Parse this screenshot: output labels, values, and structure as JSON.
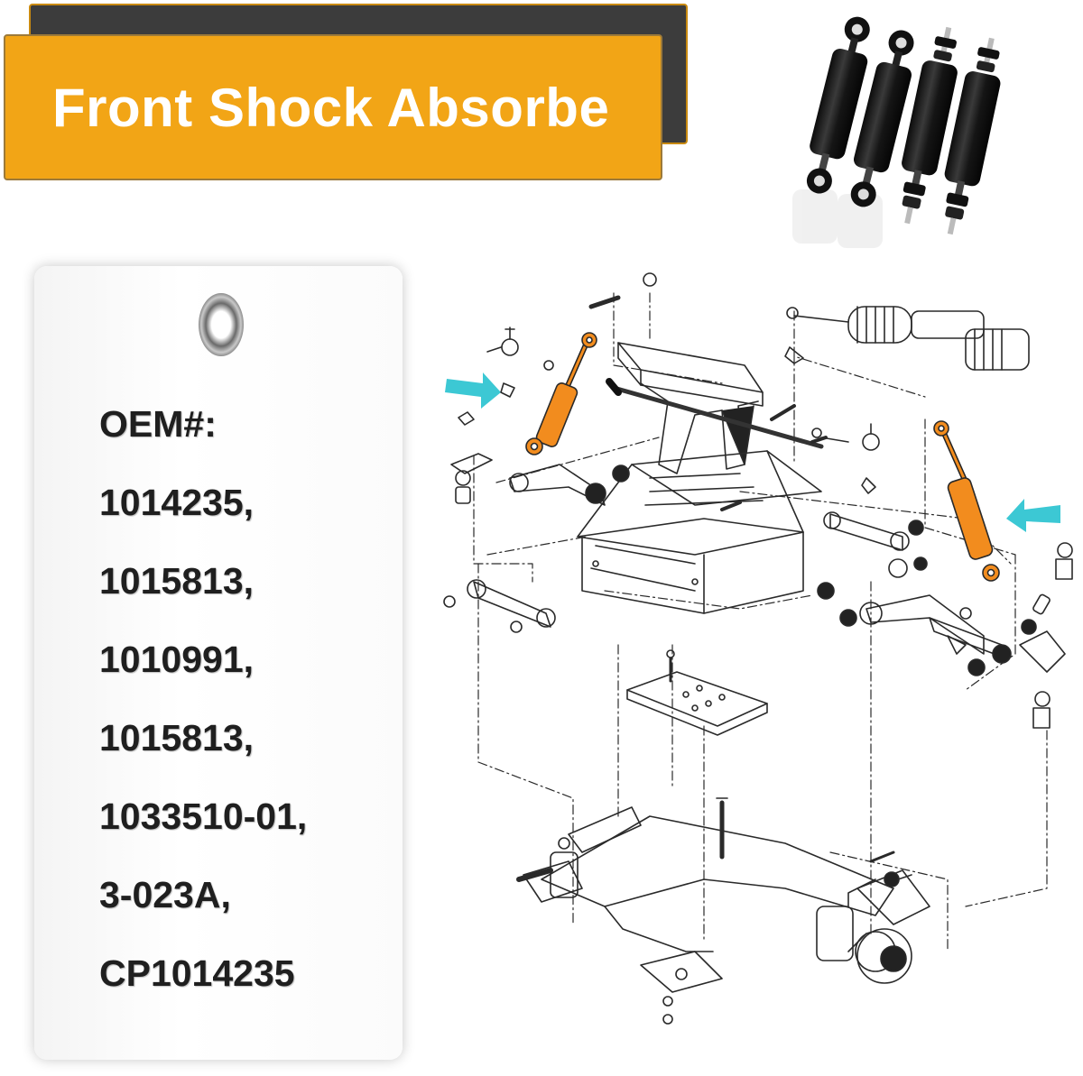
{
  "banner": {
    "title": "Front Shock Absorbe"
  },
  "tag": {
    "items": [
      "OEM#:",
      "1014235,",
      "1015813,",
      "1010991,",
      "1015813,",
      "1033510-01,",
      "3-023A,",
      "CP1014235"
    ]
  },
  "colors": {
    "banner_bg": "#f2a516",
    "banner_shadow": "#3c3c3c",
    "shock_highlight": "#f28c1e",
    "arrow": "#3cc8d4",
    "line": "#2a2a2a"
  },
  "icons": {
    "product": "shock-absorber-photo",
    "arrows": "pointer-arrow-icon"
  }
}
